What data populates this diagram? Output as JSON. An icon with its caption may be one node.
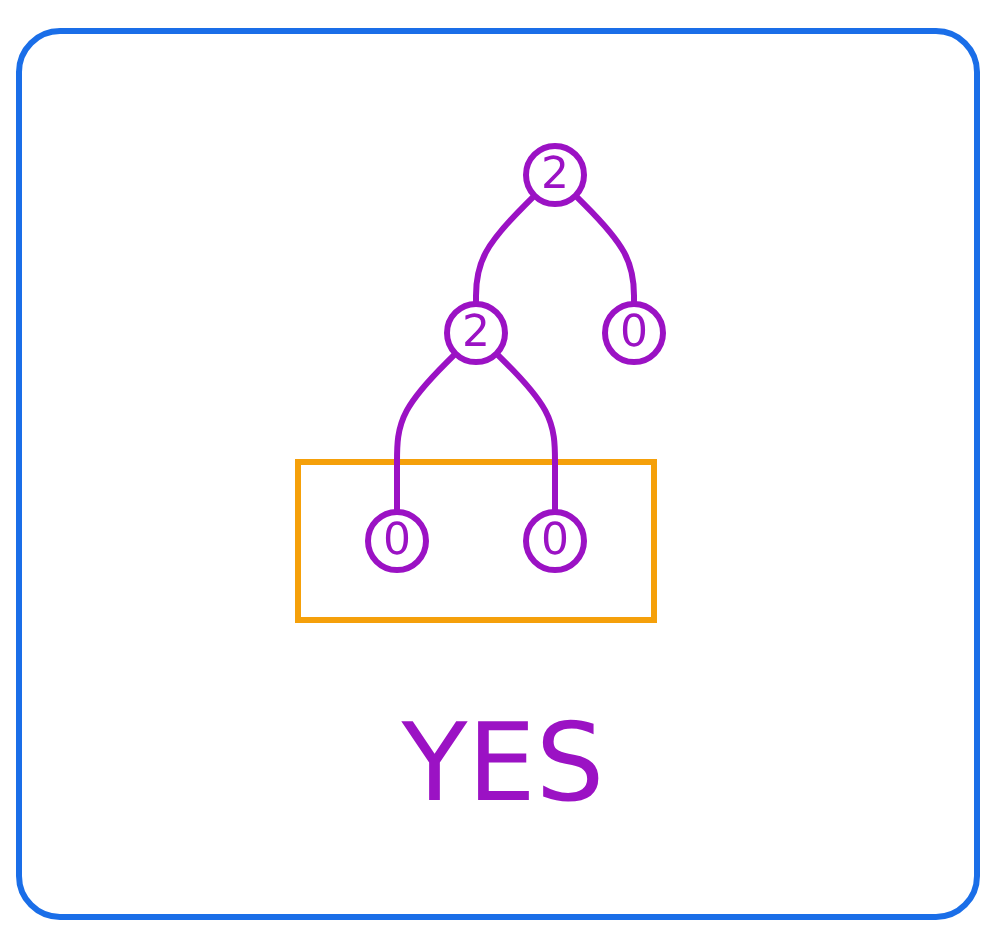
{
  "diagram": {
    "nodes": [
      {
        "text": [
          "2"
        ]
      },
      {
        "text": [
          "2"
        ]
      },
      {
        "text": [
          "0"
        ]
      },
      {
        "text": [],
        "shape": "box"
      },
      {
        "text": [
          "0"
        ],
        "in": 3
      },
      {
        "text": [
          "0"
        ],
        "in": 3
      }
    ],
    "edges": [
      {
        "from": 0,
        "to": 1,
        "arrow": "none"
      },
      {
        "from": 0,
        "to": 2,
        "arrow": "none"
      },
      {
        "from": 1,
        "to": 4,
        "arrow": "none"
      },
      {
        "from": 1,
        "to": 5,
        "arrow": "none"
      }
    ],
    "labels": [
      "YES"
    ]
  }
}
